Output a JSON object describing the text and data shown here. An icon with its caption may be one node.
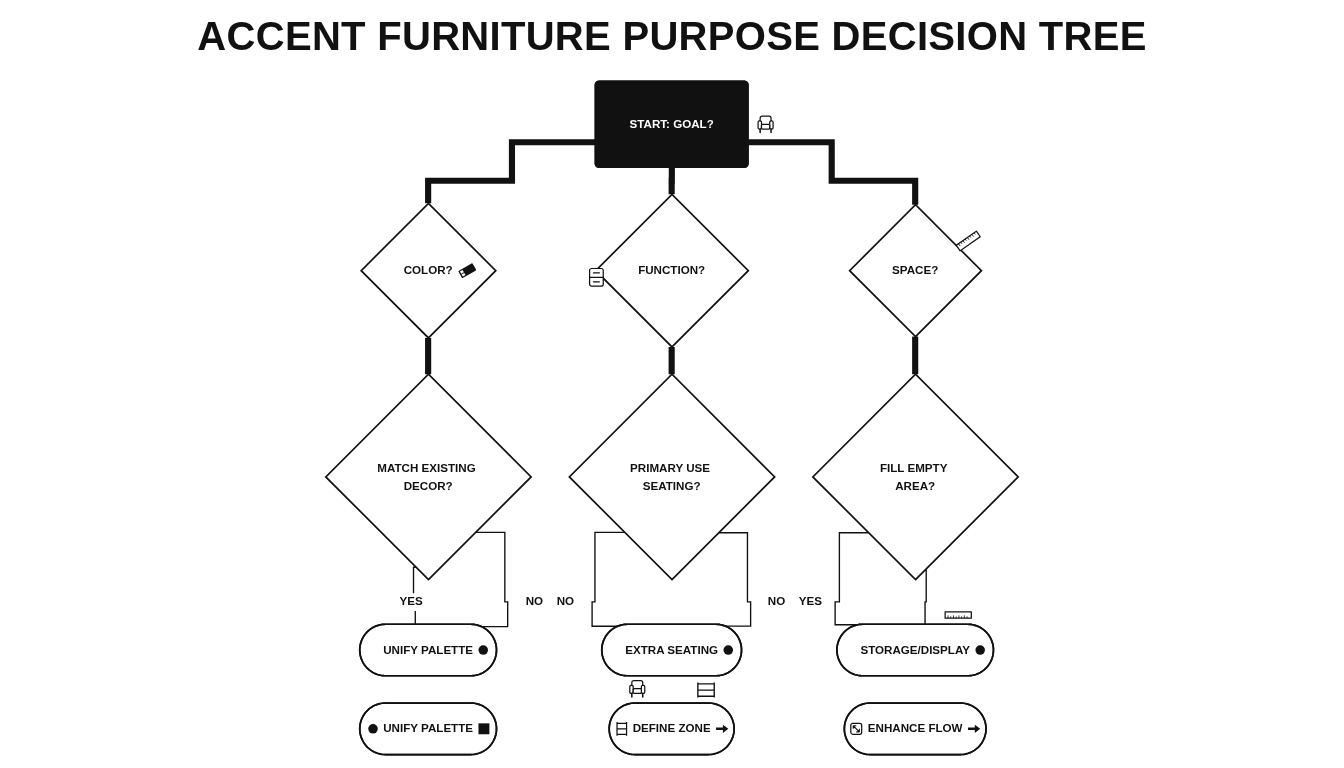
{
  "diagram": {
    "title": "ACCENT FURNITURE PURPOSE DECISION TREE",
    "nodes": [
      {
        "text": [
          "START: GOAL?"
        ]
      },
      {
        "text": [
          "COLOR?"
        ]
      },
      {
        "text": [
          "FUNCTION?"
        ]
      },
      {
        "text": [
          "SPACE?"
        ]
      },
      {
        "text": [
          "MATCH EXISTING DECOR?"
        ]
      },
      {
        "text": [
          "PRIMARY USE SEATING?"
        ]
      },
      {
        "text": [
          "FILL EMPTY AREA?"
        ]
      },
      {
        "text": [
          "UNIFY PALETTE"
        ]
      },
      {
        "text": [
          "EXTRA SEATING"
        ]
      },
      {
        "text": [
          "STORAGE/DISPLAY"
        ]
      },
      {
        "text": [
          "UNIFY PALETTE"
        ]
      },
      {
        "text": [
          "DEFINE ZONE"
        ]
      },
      {
        "text": [
          "ENHANCE FLOW"
        ]
      }
    ],
    "edges": [
      {
        "from": 0,
        "to": 1,
        "arrow": "none",
        "style": "thick"
      },
      {
        "from": 0,
        "to": 2,
        "arrow": "none",
        "style": "thick"
      },
      {
        "from": 0,
        "to": 3,
        "arrow": "none",
        "style": "thick"
      },
      {
        "from": 1,
        "to": 4,
        "arrow": "none",
        "style": "thick"
      },
      {
        "from": 2,
        "to": 5,
        "arrow": "none",
        "style": "thick"
      },
      {
        "from": 3,
        "to": 6,
        "arrow": "none",
        "style": "thick"
      },
      {
        "from": 4,
        "to": 7,
        "arrow": "none",
        "label": "YES"
      },
      {
        "from": 4,
        "to": 7,
        "arrow": "none",
        "label": "NO"
      },
      {
        "from": 5,
        "to": 8,
        "arrow": "none",
        "label": "NO"
      },
      {
        "from": 5,
        "to": 8,
        "arrow": "none",
        "label": "NO"
      },
      {
        "from": 6,
        "to": 9,
        "arrow": "none",
        "label": "YES"
      },
      {
        "from": 6,
        "to": 9,
        "arrow": "none"
      }
    ]
  }
}
